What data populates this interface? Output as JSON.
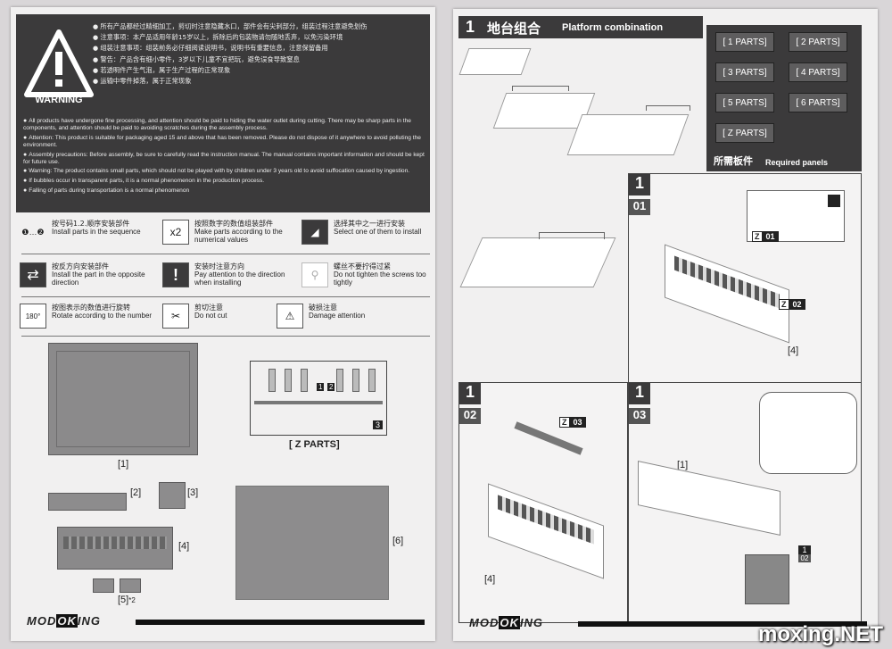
{
  "warning": {
    "title": "WARNING",
    "cn_items": [
      "所有产品都经过精细加工，剪切时注意隐藏水口，部件会有尖刺部分，组装过程注意避免划伤",
      "注意事项：本产品适用年龄15岁以上，拆除后的包装物请勿随地丢弃，以免污染环境",
      "组装注意事项：组装前务必仔细阅读说明书，说明书有重要信息，注意保留备用",
      "警告：产品含有细小零件，3岁以下儿童不宜把玩，避免误食导致窒息",
      "若透明件产生气泡，属于生产过程的正常现象",
      "运输中零件掉落，属于正常现象"
    ],
    "en_items": [
      "All products have undergone fine processing, and attention should be paid to hiding the water outlet during cutting. There may be sharp parts in the components, and attention should be paid to avoiding scratches during the assembly process.",
      "Attention: This product is suitable for packaging aged 15 and above that has been removed. Please do not dispose of it anywhere to avoid polluting the environment.",
      "Assembly precautions: Before assembly, be sure to carefully read the instruction manual. The manual contains important information and should be kept for future use.",
      "Warning: The product contains small parts, which should not be played with by children under 3 years old to avoid suffocation caused by ingestion.",
      "If bubbles occur in transparent parts, it is a normal phenomenon in the production process.",
      "Falling of parts during transportation is a normal phenomenon"
    ]
  },
  "legend": [
    {
      "icon": "❶…❷",
      "cn": "按号码1.2.顺序安装部件",
      "en": "Install parts in the sequence"
    },
    {
      "icon": "x2",
      "cn": "按照数字的数值组装部件",
      "en": "Make parts according to the numerical values"
    },
    {
      "icon": "◢",
      "cn": "选择其中之一进行安装",
      "en": "Select one of them to install"
    },
    {
      "icon": "⇄",
      "cn": "按反方向安装部件",
      "en": "Install the part in the opposite direction"
    },
    {
      "icon": "!",
      "cn": "安装时注意方向",
      "en": "Pay attention to the direction when installing"
    },
    {
      "icon": "⚲",
      "cn": "螺丝不要拧得过紧",
      "en": "Do not tighten the screws too tightly"
    },
    {
      "icon": "180°",
      "cn": "按图表示的数值进行旋转",
      "en": "Rotate according to the number"
    },
    {
      "icon": "✂",
      "cn": "剪切注意",
      "en": "Do not cut"
    },
    {
      "icon": "⚠",
      "cn": "破损注意",
      "en": "Damage attention"
    }
  ],
  "parts": {
    "p1": "[1]",
    "p2": "[2]",
    "p3": "[3]",
    "p4": "[4]",
    "p5": "[5]",
    "p5_mult": "*2",
    "p6": "[6]",
    "zparts": "[ Z PARTS]",
    "sprue_num_a": "1",
    "sprue_num_b": "2",
    "sprue_num_c": "3"
  },
  "brand": {
    "pre": "MOD",
    "ok": "OK",
    "post": "ING"
  },
  "right": {
    "section_num": "1",
    "section_cn": "地台组合",
    "section_en": "Platform combination",
    "required_cn": "所需板件",
    "required_en": "Required panels",
    "panels": [
      "[ 1 PARTS]",
      "[ 2 PARTS]",
      "[ 3 PARTS]",
      "[ 4 PARTS]",
      "[ 5 PARTS]",
      "[ 6 PARTS]",
      "[ Z PARTS]"
    ],
    "steps": [
      {
        "major": "1",
        "minor": "01"
      },
      {
        "major": "1",
        "minor": "02"
      },
      {
        "major": "1",
        "minor": "03"
      }
    ],
    "chips": {
      "z": "Z",
      "z01": "01",
      "z02": "02",
      "z03": "03"
    },
    "labels": {
      "l4a": "[4]",
      "l4b": "[4]",
      "l1": "[1]",
      "ref_major": "1",
      "ref_minor": "02"
    }
  },
  "watermark": "moxing.NET"
}
